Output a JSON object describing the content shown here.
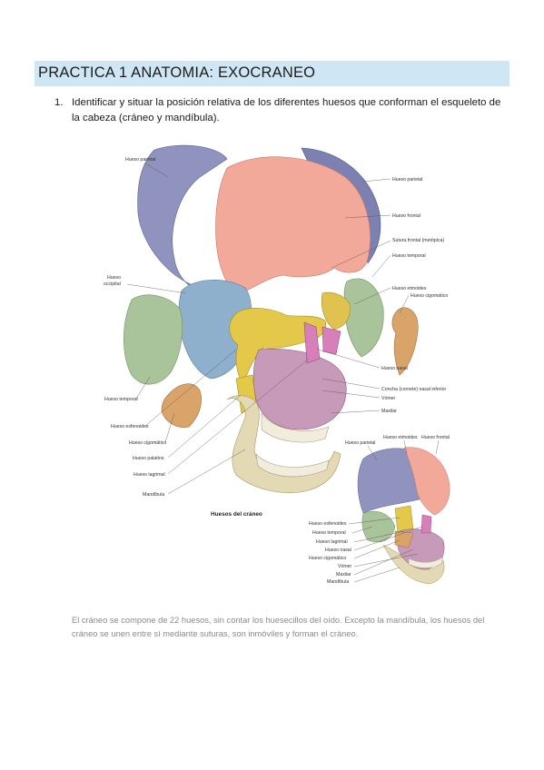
{
  "header": {
    "title": "PRACTICA 1 ANATOMIA: EXOCRANEO"
  },
  "item": {
    "number": "1.",
    "text": "Identificar y situar la posición relativa de los diferentes huesos que conforman el esqueleto de la cabeza (cráneo y mandíbula)."
  },
  "figure": {
    "title": "Huesos del cráneo",
    "labels_main": [
      "Hueso parietal",
      "Hueso parietal",
      "Hueso frontal",
      "Sutura frontal (metópica)",
      "Hueso temporal",
      "Hueso",
      "occipital",
      "Hueso etmoides",
      "Hueso cigomático",
      "Hueso nasal",
      "Concha (cornete) nasal inferior",
      "Vómer",
      "Maxilar",
      "Hueso temporal",
      "Hueso esfenoides",
      "Hueso cigomático",
      "Hueso palatino",
      "Hueso lagrimal",
      "Mandíbula"
    ],
    "labels_small": [
      "Hueso parietal",
      "Hueso etmoides",
      "Hueso frontal",
      "Hueso esfenoides",
      "Hueso temporal",
      "Hueso lagrimal",
      "Hueso nasal",
      "Hueso cigomático",
      "Vómer",
      "Maxilar",
      "Mandíbula"
    ],
    "colors": {
      "parietal": "#8f93bd",
      "frontal": "#f2a99a",
      "occipital": "#8fb0cc",
      "temporal": "#a9c49a",
      "sphenoid": "#e4c84a",
      "zygomatic": "#d9a46a",
      "maxilla": "#c89ab9",
      "mandible": "#e3d9b5",
      "nasal": "#d77fb9"
    }
  },
  "caption": {
    "text": "El cráneo se compone de 22 huesos, sin contar los huesecillos del oído. Excepto la mandíbula, los huesos del cráneo se unen entre sí mediante suturas, son inmóviles y forman el cráneo."
  }
}
